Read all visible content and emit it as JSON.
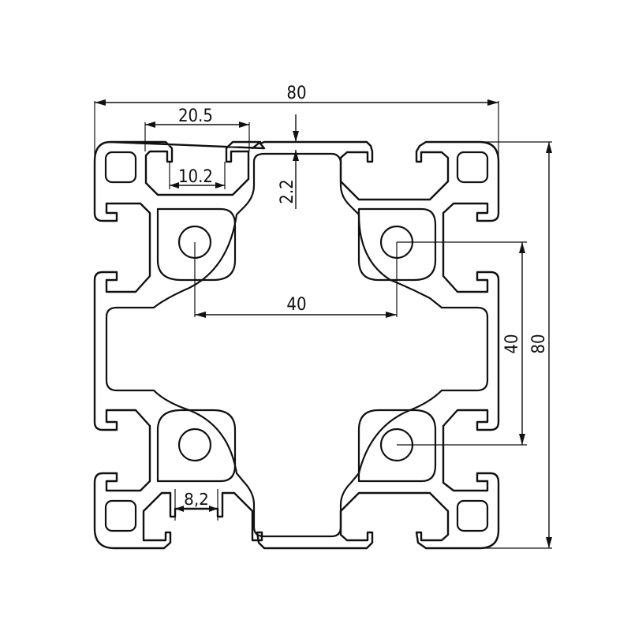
{
  "drawing": {
    "overall_width": "80",
    "overall_height": "80",
    "slot_width": "20.5",
    "slot_opening": "10.2",
    "wall_thickness": "2.2",
    "hole_spacing_horizontal": "40",
    "hole_spacing_vertical": "40",
    "bottom_slot_opening": "8,2"
  },
  "colors": {
    "line": "#111111",
    "background": "#ffffff"
  }
}
